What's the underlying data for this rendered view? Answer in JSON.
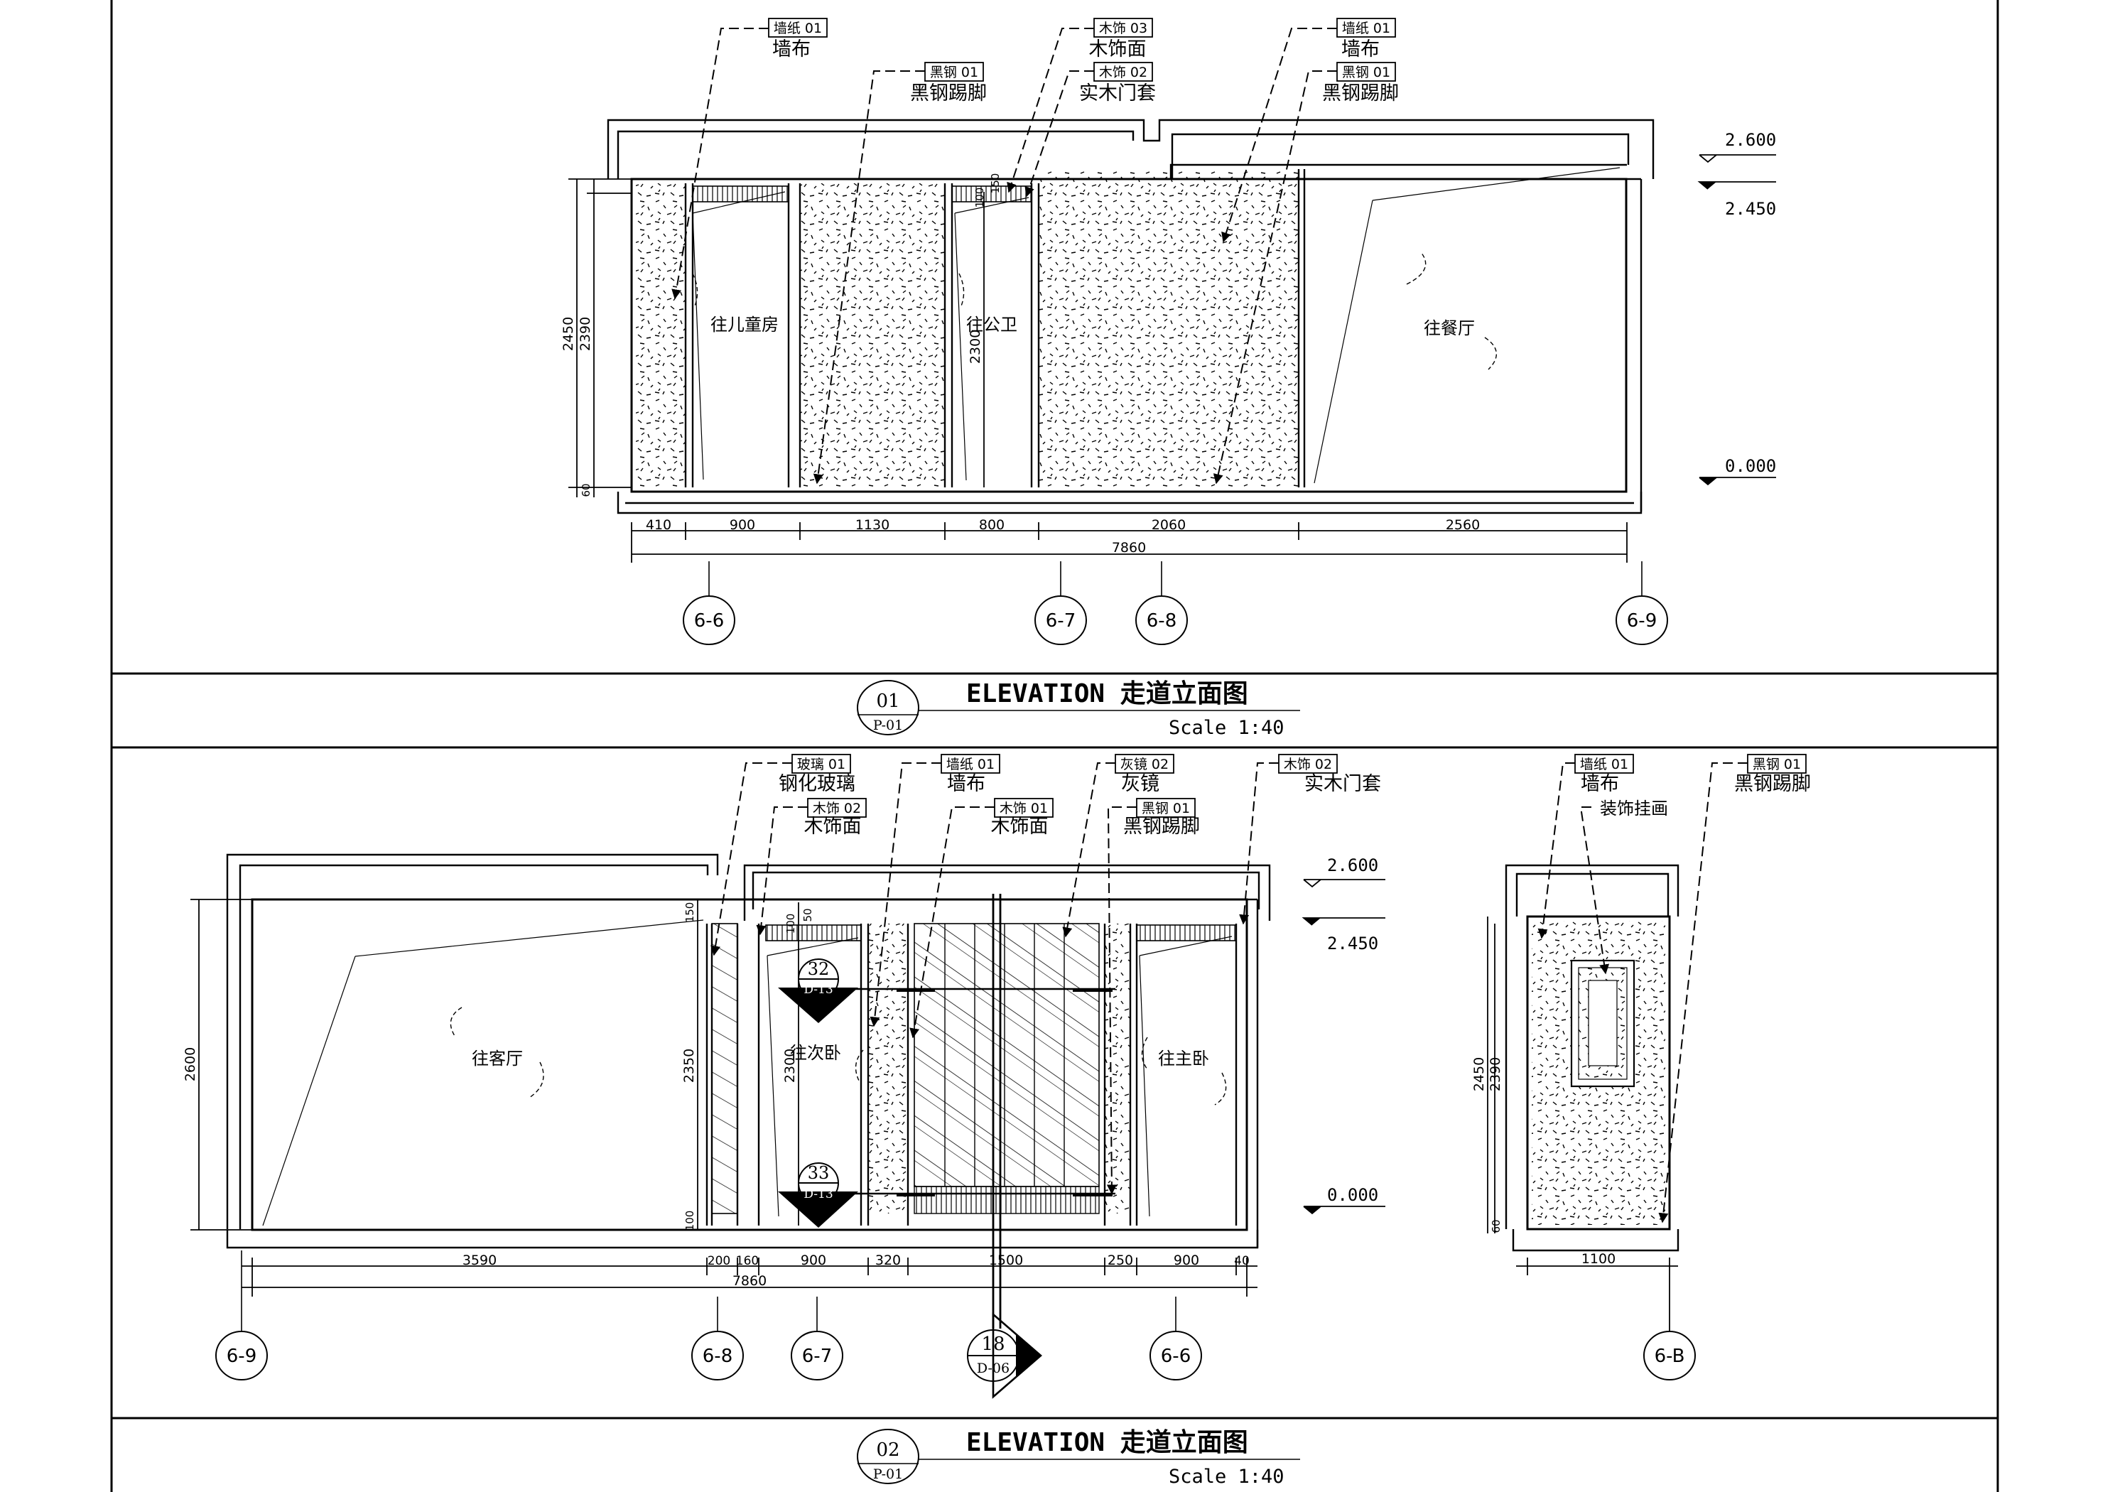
{
  "view1": {
    "tags": [
      "墙纸 01",
      "黑钢 01",
      "木饰 03",
      "木饰 02",
      "墙纸 01",
      "黑钢 01"
    ],
    "callouts": [
      "墙布",
      "黑钢踢脚",
      "木饰面",
      "实木门套",
      "墙布",
      "黑钢踢脚"
    ],
    "rooms": [
      "往儿童房",
      "往公卫",
      "往餐厅"
    ],
    "levels": [
      "2.600",
      "2.450",
      "0.000"
    ],
    "vdims": [
      "2450",
      "2390",
      "60",
      "2300",
      "150",
      "100"
    ],
    "hdims": [
      "410",
      "900",
      "1130",
      "800",
      "2060",
      "2560"
    ],
    "total": "7860",
    "axes": [
      "6-6",
      "6-7",
      "6-8",
      "6-9"
    ],
    "title_num": "01",
    "title_sheet": "P-01",
    "title": "ELEVATION 走道立面图",
    "scale": "Scale 1:40"
  },
  "view2": {
    "tags": [
      "玻璃 01",
      "木饰 02",
      "墙纸 01",
      "木饰 01",
      "灰镜 02",
      "黑钢 01",
      "木饰 02",
      "墙纸 01",
      "黑钢 01"
    ],
    "callouts": [
      "钢化玻璃",
      "木饰面",
      "墙布",
      "木饰面",
      "灰镜",
      "黑钢踢脚",
      "实木门套",
      "墙布",
      "装饰挂画",
      "黑钢踢脚"
    ],
    "rooms": [
      "往客厅",
      "往次卧",
      "往主卧"
    ],
    "levels": [
      "2.600",
      "2.450",
      "0.000"
    ],
    "vdims": [
      "2600",
      "150",
      "2350",
      "100",
      "100",
      "50",
      "2300",
      "2450",
      "2390",
      "60"
    ],
    "hdims": [
      "3590",
      "200",
      "160",
      "900",
      "320",
      "1500",
      "250",
      "900",
      "40"
    ],
    "sidedim": "1100",
    "total": "7860",
    "axes": [
      "6-9",
      "6-8",
      "6-7",
      "6-6",
      "6-B"
    ],
    "sections": [
      {
        "num": "32",
        "sheet": "D-13"
      },
      {
        "num": "33",
        "sheet": "D-13"
      },
      {
        "num": "18",
        "sheet": "D-06"
      }
    ],
    "title_num": "02",
    "title_sheet": "P-01",
    "title": "ELEVATION 走道立面图",
    "scale": "Scale 1:40"
  }
}
